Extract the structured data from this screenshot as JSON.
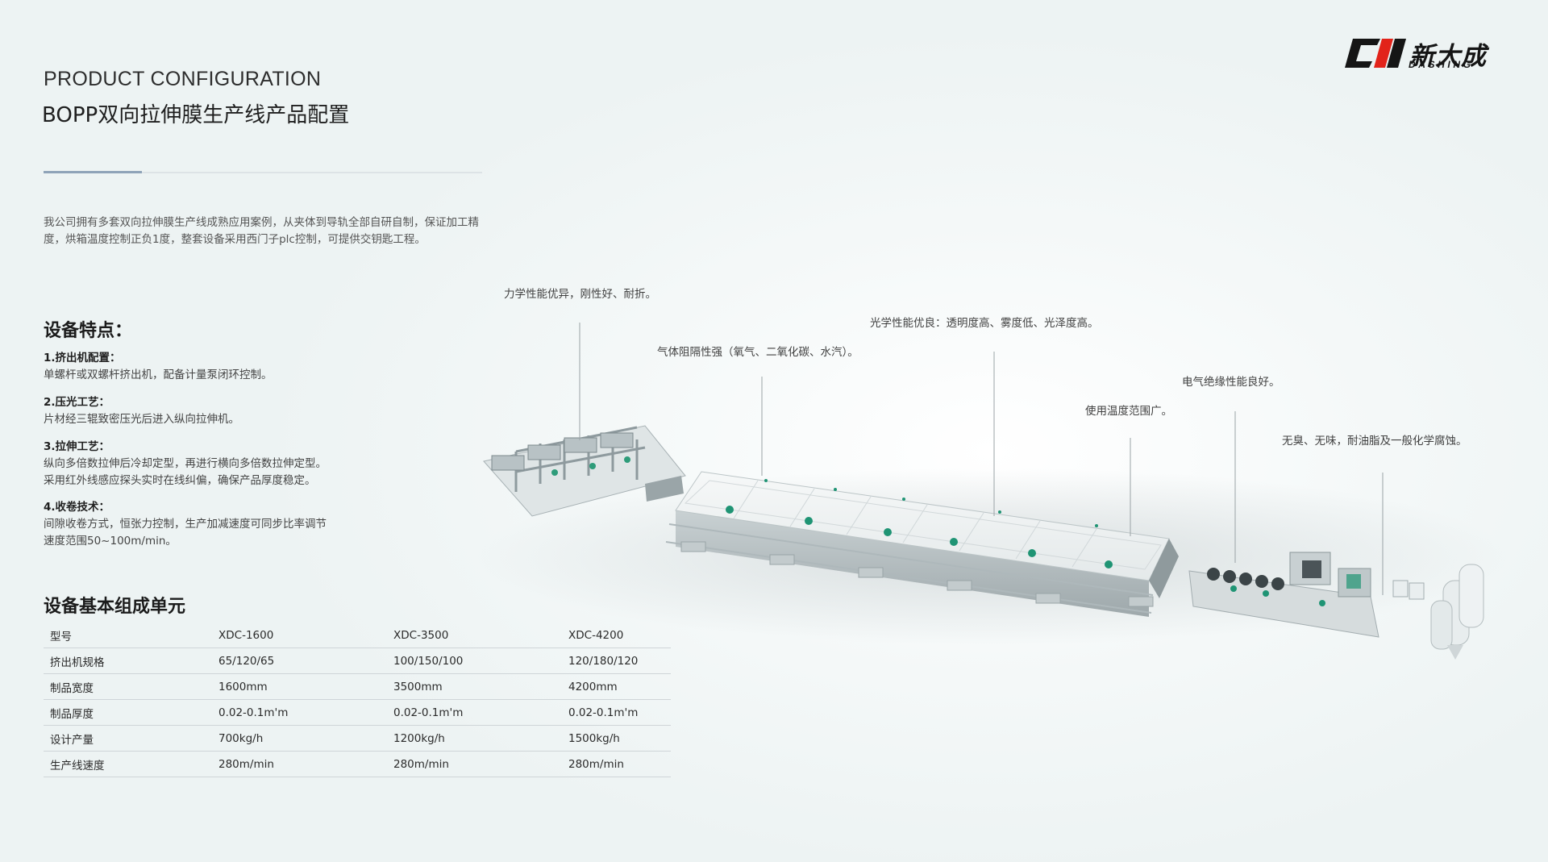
{
  "header": {
    "title_en": "PRODUCT CONFIGURATION",
    "title_cn": "BOPP双向拉伸膜生产线产品配置"
  },
  "logo": {
    "text_cn": "新大成",
    "text_en": "DASHING",
    "colors": {
      "red": "#e2231a",
      "black": "#151515"
    }
  },
  "intro": "我公司拥有多套双向拉伸膜生产线成熟应用案例，从夹体到导轨全部自研自制，保证加工精度，烘箱温度控制正负1度，整套设备采用西门子plc控制，可提供交钥匙工程。",
  "features": {
    "heading": "设备特点：",
    "items": [
      {
        "title": "1.挤出机配置：",
        "lines": [
          "单螺杆或双螺杆挤出机，配备计量泵闭环控制。"
        ]
      },
      {
        "title": "2.压光工艺：",
        "lines": [
          "片材经三辊致密压光后进入纵向拉伸机。"
        ]
      },
      {
        "title": "3.拉伸工艺：",
        "lines": [
          "纵向多倍数拉伸后冷却定型，再进行横向多倍数拉伸定型。",
          "采用红外线感应探头实时在线纠偏，确保产品厚度稳定。"
        ]
      },
      {
        "title": "4.收卷技术：",
        "lines": [
          "间隙收卷方式，恒张力控制，生产加减速度可同步比率调节",
          "速度范围50~100m/min。"
        ]
      }
    ]
  },
  "table": {
    "heading": "设备基本组成单元",
    "rows": [
      [
        "型号",
        "XDC-1600",
        "XDC-3500",
        "XDC-4200"
      ],
      [
        "挤出机规格",
        "65/120/65",
        "100/150/100",
        "120/180/120"
      ],
      [
        "制品宽度",
        "1600mm",
        "3500mm",
        "4200mm"
      ],
      [
        "制品厚度",
        "0.02-0.1m'm",
        "0.02-0.1m'm",
        "0.02-0.1m'm"
      ],
      [
        "设计产量",
        "700kg/h",
        "1200kg/h",
        "1500kg/h"
      ],
      [
        "生产线速度",
        "280m/min",
        "280m/min",
        "280m/min"
      ]
    ]
  },
  "callouts": [
    "力学性能优异，刚性好、耐折。",
    "光学性能优良：透明度高、雾度低、光泽度高。",
    "气体阻隔性强（氧气、二氧化碳、水汽）。",
    "电气绝缘性能良好。",
    "使用温度范围广。",
    "无臭、无味，耐油脂及一般化学腐蚀。"
  ]
}
